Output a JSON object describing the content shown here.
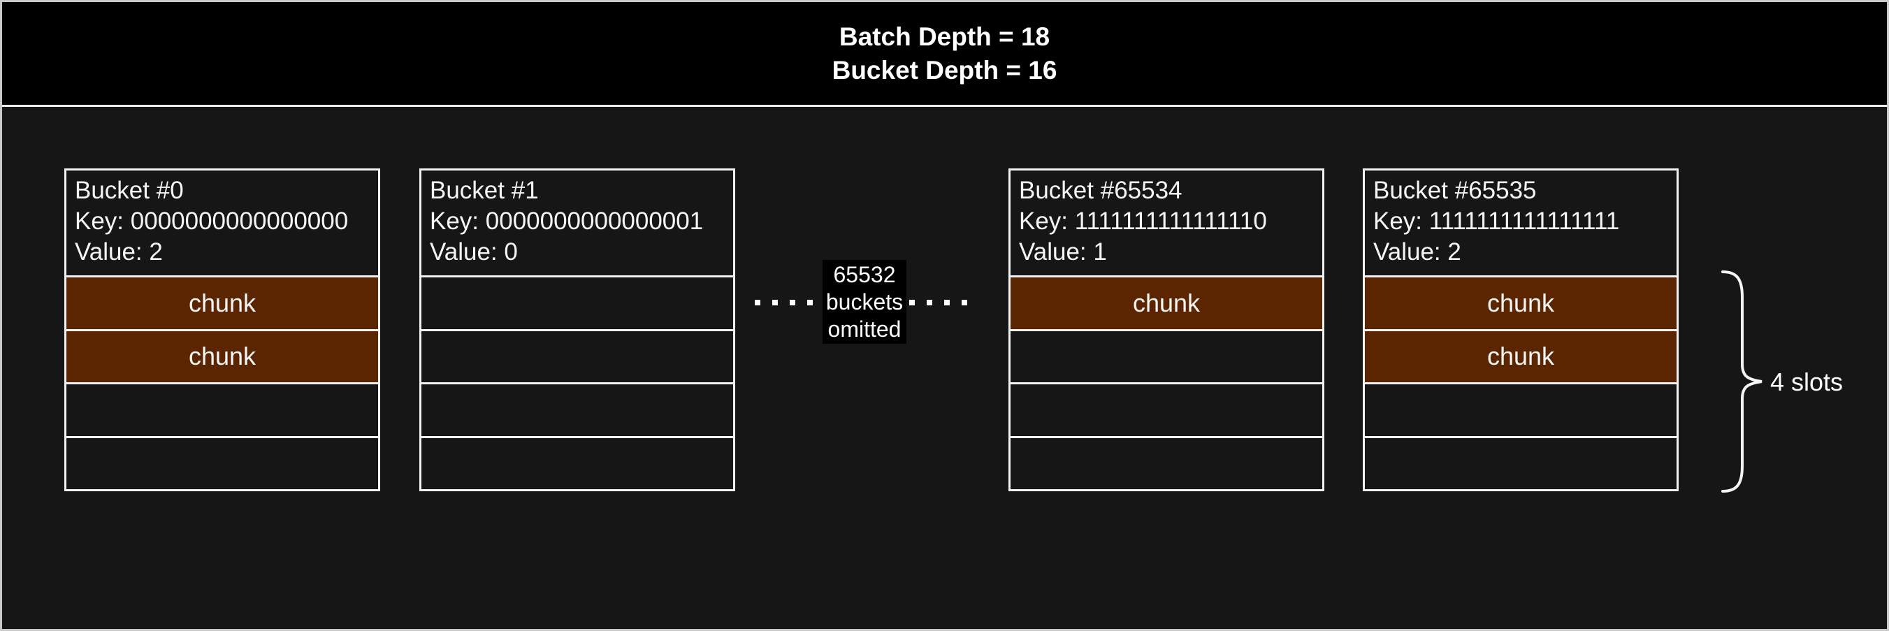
{
  "header": {
    "line1": "Batch Depth = 18",
    "line2": "Bucket Depth = 16"
  },
  "buckets": [
    {
      "title": "Bucket #0",
      "key": "Key: 0000000000000000",
      "value": "Value: 2",
      "slots": [
        "chunk",
        "chunk",
        "",
        ""
      ]
    },
    {
      "title": "Bucket #1",
      "key": "Key: 0000000000000001",
      "value": "Value: 0",
      "slots": [
        "",
        "",
        "",
        ""
      ]
    },
    {
      "title": "Bucket #65534",
      "key": "Key: 1111111111111110",
      "value": "Value: 1",
      "slots": [
        "chunk",
        "",
        "",
        ""
      ]
    },
    {
      "title": "Bucket #65535",
      "key": "Key: 1111111111111111",
      "value": "Value: 2",
      "slots": [
        "chunk",
        "chunk",
        "",
        ""
      ]
    }
  ],
  "omitted": {
    "count": "65532",
    "word1": "buckets",
    "word2": "omitted"
  },
  "brace_label": "4 slots",
  "colors": {
    "chunk_fill": "#5C2502",
    "canvas_bg": "#161616",
    "header_bg": "#000000",
    "box_border": "#F2F2F2",
    "outer_border": "#C9C9C9",
    "text": "#F5F5F5"
  }
}
